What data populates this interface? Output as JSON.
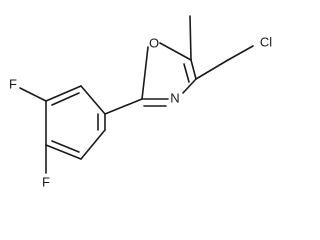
{
  "molecule": {
    "atoms": {
      "o_ring": "O",
      "n_ring": "N",
      "cl": "Cl",
      "f_top": "F",
      "f_bottom": "F"
    }
  },
  "colors": {
    "bond": "#1a1a1a",
    "background": "#ffffff"
  }
}
